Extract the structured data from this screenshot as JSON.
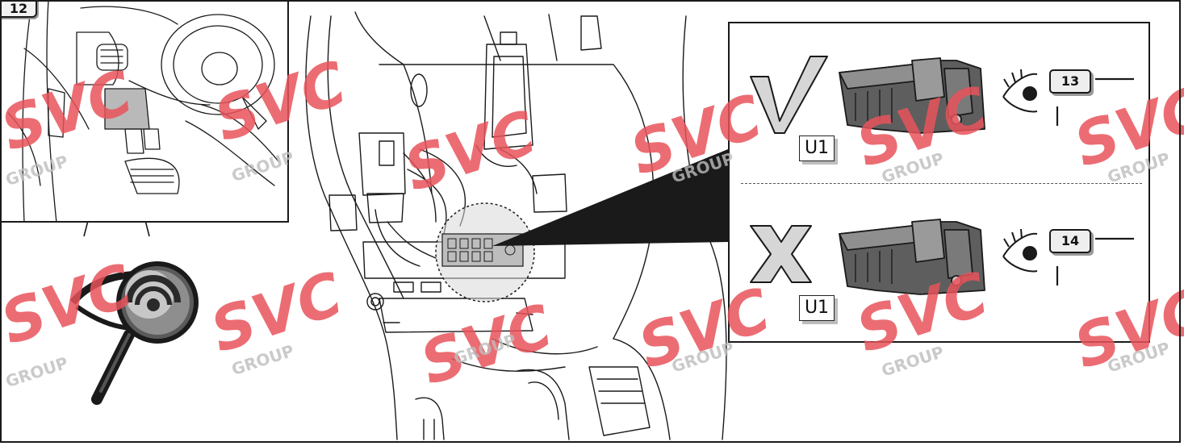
{
  "figure": {
    "step_number": "12",
    "correct_case": {
      "connector_label": "U1",
      "next_step": "13"
    },
    "incorrect_case": {
      "connector_label": "U1",
      "next_step": "14"
    },
    "watermark": {
      "brand": "SVC",
      "sub": "GROUP",
      "color": "#e8545a"
    },
    "colors": {
      "line": "#1a1a1a",
      "highlight": "#888888",
      "watermark": "#e8545a"
    },
    "icons": [
      "checkmark-icon",
      "cross-icon",
      "eye-icon",
      "magnifier-eye-icon"
    ]
  }
}
